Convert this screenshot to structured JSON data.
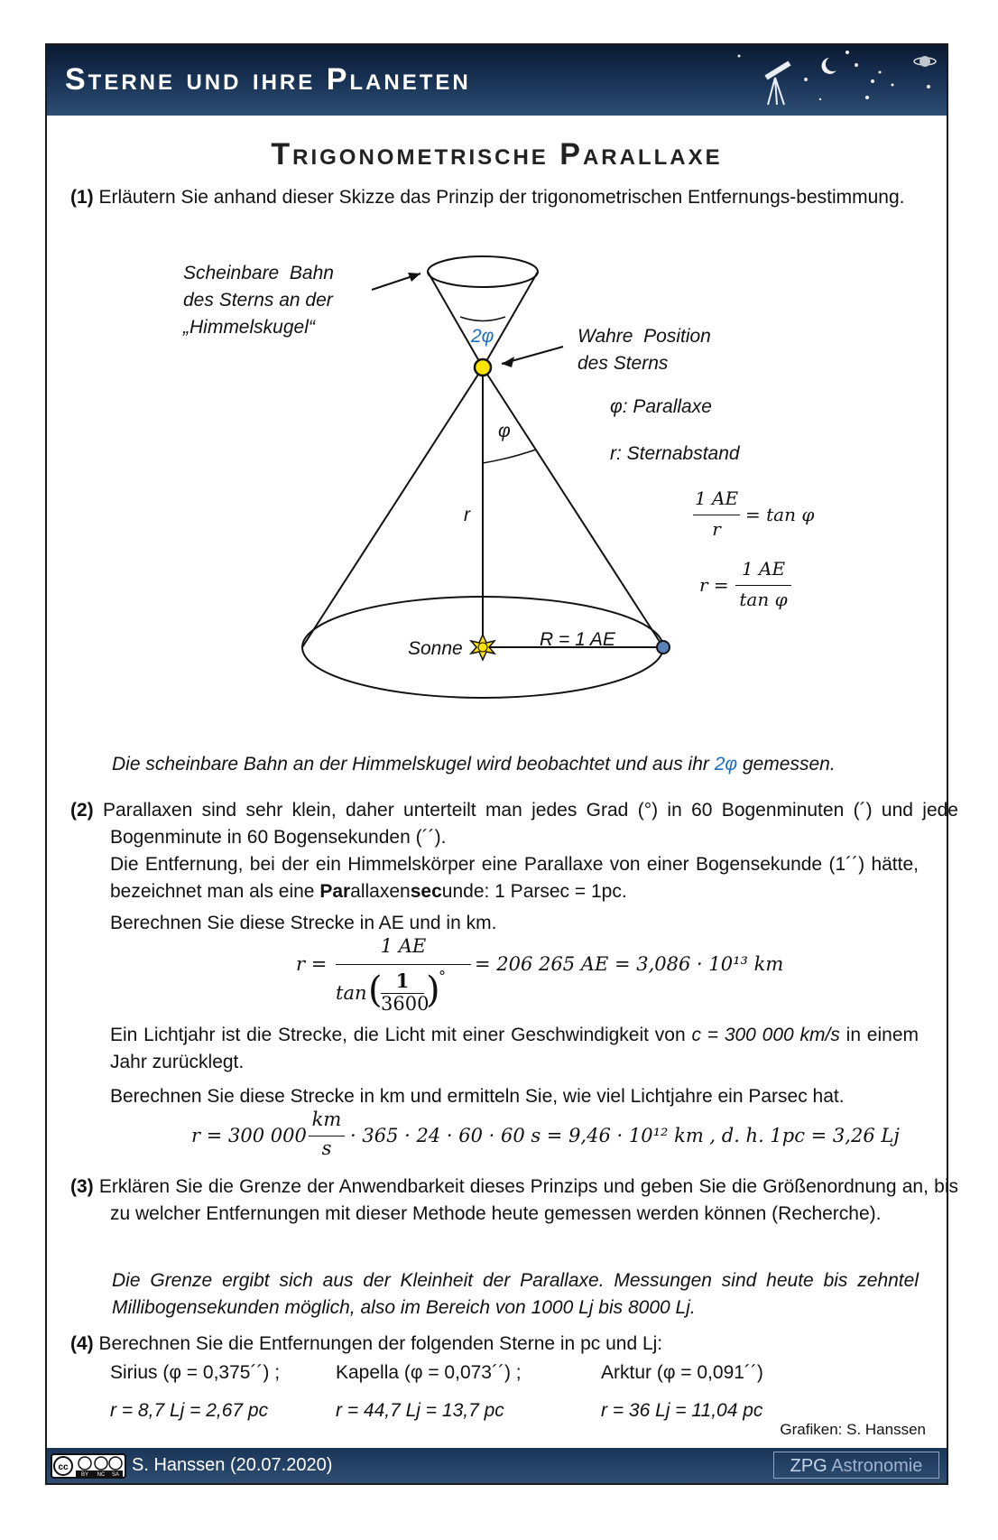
{
  "header": {
    "title": "Sterne und ihre Planeten"
  },
  "title": "Trigonometrische Parallaxe",
  "q1": {
    "num": "(1)",
    "text": "Erläutern Sie anhand dieser Skizze das Prinzip der trigonometrischen Entfernungs-bestimmung."
  },
  "diagram": {
    "label_bahn_1": "Scheinbare  Bahn",
    "label_bahn_2": "des Sterns an der",
    "label_bahn_3": "„Himmelskugel“",
    "label_2phi": "2φ",
    "label_wahre_1": "Wahre  Position",
    "label_wahre_2": "des Sterns",
    "label_phi": "φ",
    "legend_phi": "φ: Parallaxe",
    "legend_r": "r: Sternabstand",
    "label_r": "r",
    "label_sonne": "Sonne",
    "label_R": "R = 1 AE",
    "eq1_num": "1 AE",
    "eq1_den": "r",
    "eq1_rhs": "= tan φ",
    "eq2_lhs": "r =",
    "eq2_num": "1 AE",
    "eq2_den": "tan φ"
  },
  "a1": {
    "text_a": "Die scheinbare Bahn an der Himmelskugel wird beobachtet und aus ihr ",
    "blue": "2φ",
    "text_b": " gemessen."
  },
  "q2": {
    "num": "(2)",
    "line1": "Parallaxen sind sehr klein, daher unterteilt man jedes Grad (°) in 60 Bogenminuten (´) und jede Bogenminute in 60 Bogensekunden (´´).",
    "line2_a": "Die Entfernung, bei der ein Himmelskörper eine Parallaxe von einer Bogensekunde (1´´) hätte, bezeichnet man als eine ",
    "line2_b1": "Par",
    "line2_c": "allaxen",
    "line2_b2": "sec",
    "line2_d": "unde: 1 Parsec = 1pc.",
    "line3": "Berechnen Sie diese Strecke in AE und in km.",
    "f1_lhs": "r =",
    "f1_num": "1 AE",
    "f1_tan": "tan",
    "f1_inner_num": "1",
    "f1_inner_den": "3600",
    "f1_deg": "°",
    "f1_rhs": "= 206 265 AE = 3,086 · 10¹³ km",
    "line4": "Ein Lichtjahr ist die Strecke, die Licht mit einer Geschwindigkeit von ",
    "line4_c": "c = 300 000 km/s",
    "line4_end": " in einem Jahr zurücklegt.",
    "line5": "Berechnen Sie diese Strecke in km und ermitteln Sie, wie viel Lichtjahre ein Parsec hat.",
    "f2_lhs": "r = 300 000",
    "f2_num": "km",
    "f2_den": "s",
    "f2_rhs": "· 365 · 24 · 60 · 60 s = 9,46 · 10¹² km , d. h. 1pc = 3,26  Lj"
  },
  "q3": {
    "num": "(3)",
    "text": "Erklären Sie die Grenze der Anwendbarkeit dieses Prinzips und geben Sie die Größenordnung an, bis zu welcher Entfernungen mit dieser Methode heute gemessen werden können (Recherche).",
    "answer": "Die Grenze ergibt sich aus der Kleinheit der Parallaxe. Messungen sind heute bis zehntel Millibogensekunden möglich, also im Bereich von 1000 Lj bis 8000 Lj."
  },
  "q4": {
    "num": "(4)",
    "text": "Berechnen Sie die Entfernungen der folgenden Sterne in pc und Lj:",
    "stars": [
      {
        "name": "Sirius (φ = 0,375´´) ;",
        "answer": "r = 8,7 Lj = 2,67 pc"
      },
      {
        "name": "Kapella (φ = 0,073´´) ;",
        "answer": "r = 44,7 Lj = 13,7 pc"
      },
      {
        "name": "Arktur (φ = 0,091´´)",
        "answer": "r = 36 Lj = 11,04 pc"
      }
    ]
  },
  "grafik_credit": "Grafiken: S. Hanssen",
  "footer": {
    "author": "S. Hanssen (20.07.2020)",
    "zpg": "ZPG",
    "astro": "Astronomie",
    "cc_labels": [
      "BY",
      "NC",
      "SA"
    ]
  }
}
